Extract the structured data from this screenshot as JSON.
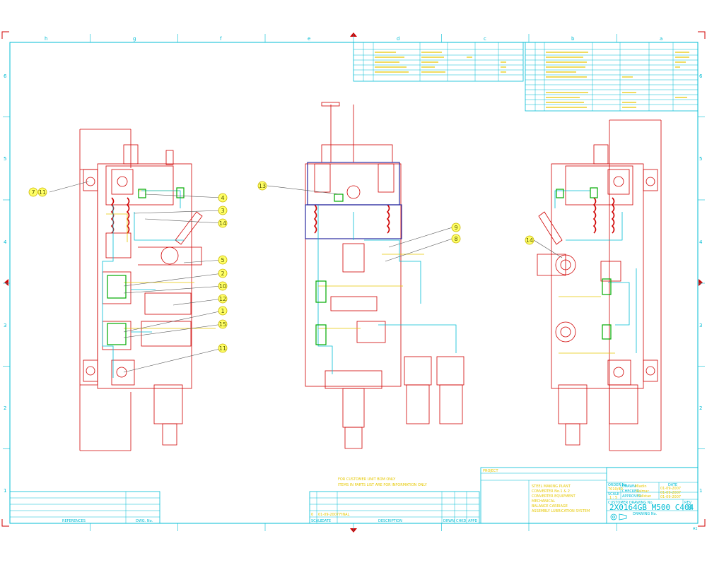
{
  "zones_top": [
    "h",
    "g",
    "f",
    "e",
    "d",
    "c",
    "b",
    "a"
  ],
  "zones_side": [
    "6",
    "5",
    "4",
    "3",
    "2",
    "1"
  ],
  "balloons": [
    "7",
    "11",
    "4",
    "3",
    "14",
    "5",
    "2",
    "10",
    "12",
    "1",
    "15",
    "11",
    "13",
    "9",
    "8",
    "14"
  ],
  "notes": [
    "FOR CUSTOMER UNIT BOM ONLY",
    "ITEMS IN PARTS LIST ARE FOR INFORMATION ONLY"
  ],
  "title_block": {
    "box_label": "PROJECT",
    "description": [
      "STEEL MAKING PLANT",
      "CONVERTER No.1 & 2",
      "CONVERTER EQUIPMENT",
      "MECHANICAL",
      "BALANCE CARRIAGE",
      "ASSEMBLY LUBRICATION SYSTEM"
    ],
    "order_label": "ORDER No.",
    "order_value": "7010/40",
    "scale_label": "SCALE",
    "scale_value": "1 : 5",
    "drawn_label": "DRAWN",
    "drawn_by": "Mladin",
    "checked_label": "CHECKED",
    "checked_by": "Kalmar",
    "approved_label": "APPROVED",
    "approved_by": "Fullstan",
    "date_label": "DATE",
    "dates": [
      "01-09-2007",
      "01-09-2007",
      "01-09-2007"
    ],
    "customer_dwg_label": "CUSTOMER DRAWING No.",
    "drawing_number": "2X0164GB M500 C404",
    "rev_label": "REV",
    "rev_value": "0",
    "drawing_no_label": "DRAWING No.",
    "size": "A1"
  },
  "revision_block": {
    "rev": "0",
    "date": "01-09-2007",
    "description": "FINAL",
    "scale_label": "SCALE",
    "date_label": "DATE",
    "description_label": "DESCRIPTION",
    "by_labels": [
      "DRWN",
      "CHKD",
      "APPD"
    ]
  },
  "references": {
    "label": "REFERENCES",
    "dwg_label": "DWG. No."
  },
  "colors": {
    "border": "#00bcd4",
    "outline": "#d00000",
    "annotation": "#e6c800",
    "highlight": "#2a2aa0",
    "balloon_fill": "#ffff66",
    "dim_line": "#555555"
  }
}
